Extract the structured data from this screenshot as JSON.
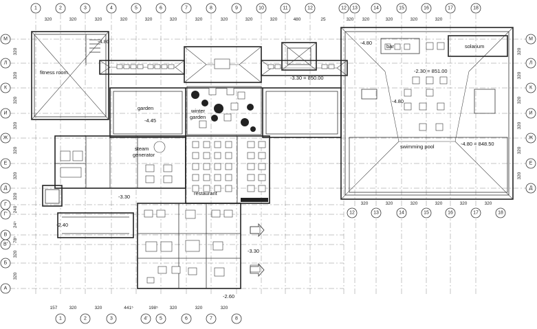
{
  "axes_top": [
    "1",
    "2",
    "3",
    "4",
    "5",
    "6",
    "7",
    "8",
    "9",
    "10",
    "11",
    "12",
    "12",
    "13",
    "14",
    "15",
    "16",
    "17",
    "18"
  ],
  "axes_bottom_left": [
    "1",
    "2",
    "3",
    "4'",
    "5",
    "6",
    "7",
    "8"
  ],
  "axes_bottom_right": [
    "12",
    "13",
    "14",
    "15",
    "16",
    "17",
    "18"
  ],
  "axes_left": [
    "М",
    "Л",
    "К",
    "И",
    "Ж",
    "Е",
    "Д",
    "Г",
    "Г'",
    "В",
    "В'",
    "Б",
    "А"
  ],
  "axes_right": [
    "М",
    "Л",
    "К",
    "И",
    "Ж",
    "Е",
    "Д"
  ],
  "dims_top": [
    "320",
    "320",
    "320",
    "320",
    "320",
    "320",
    "320",
    "320",
    "320",
    "320",
    "480",
    "25",
    "320",
    "320",
    "320",
    "320",
    "320"
  ],
  "dims_bottom_left": [
    "157",
    "320",
    "320",
    "441⁵",
    "198⁵",
    "320",
    "320",
    "320"
  ],
  "dims_pool_bottom": [
    "320",
    "320",
    "320",
    "320",
    "320",
    "320"
  ],
  "dims_left": [
    "320",
    "320",
    "320",
    "320",
    "320",
    "320",
    "320",
    "240",
    "24⁵",
    "78⁵",
    "320",
    "320"
  ],
  "dims_right": [
    "320",
    "320",
    "320",
    "320",
    "320",
    "320"
  ],
  "rooms": {
    "fitness": "fitness room",
    "garden": "garden",
    "winter1": "winter",
    "winter2": "garden",
    "steam1": "steam",
    "steam2": "generator",
    "restaurant": "restaurant",
    "bar": "bar",
    "solarium": "solarium",
    "pool": "swimming pool"
  },
  "levels": {
    "l1": "-4.80",
    "l2": "-3.30 = 850.00",
    "l3": "-4.45",
    "l4": "-3.30",
    "l5": "-2.40",
    "l6": "-3.30",
    "l7": "-2.60",
    "l8": "-4.80",
    "l9": "-2.30 = 851.00",
    "l10": "-4.80",
    "l11": "-4.80 = 848.50"
  }
}
